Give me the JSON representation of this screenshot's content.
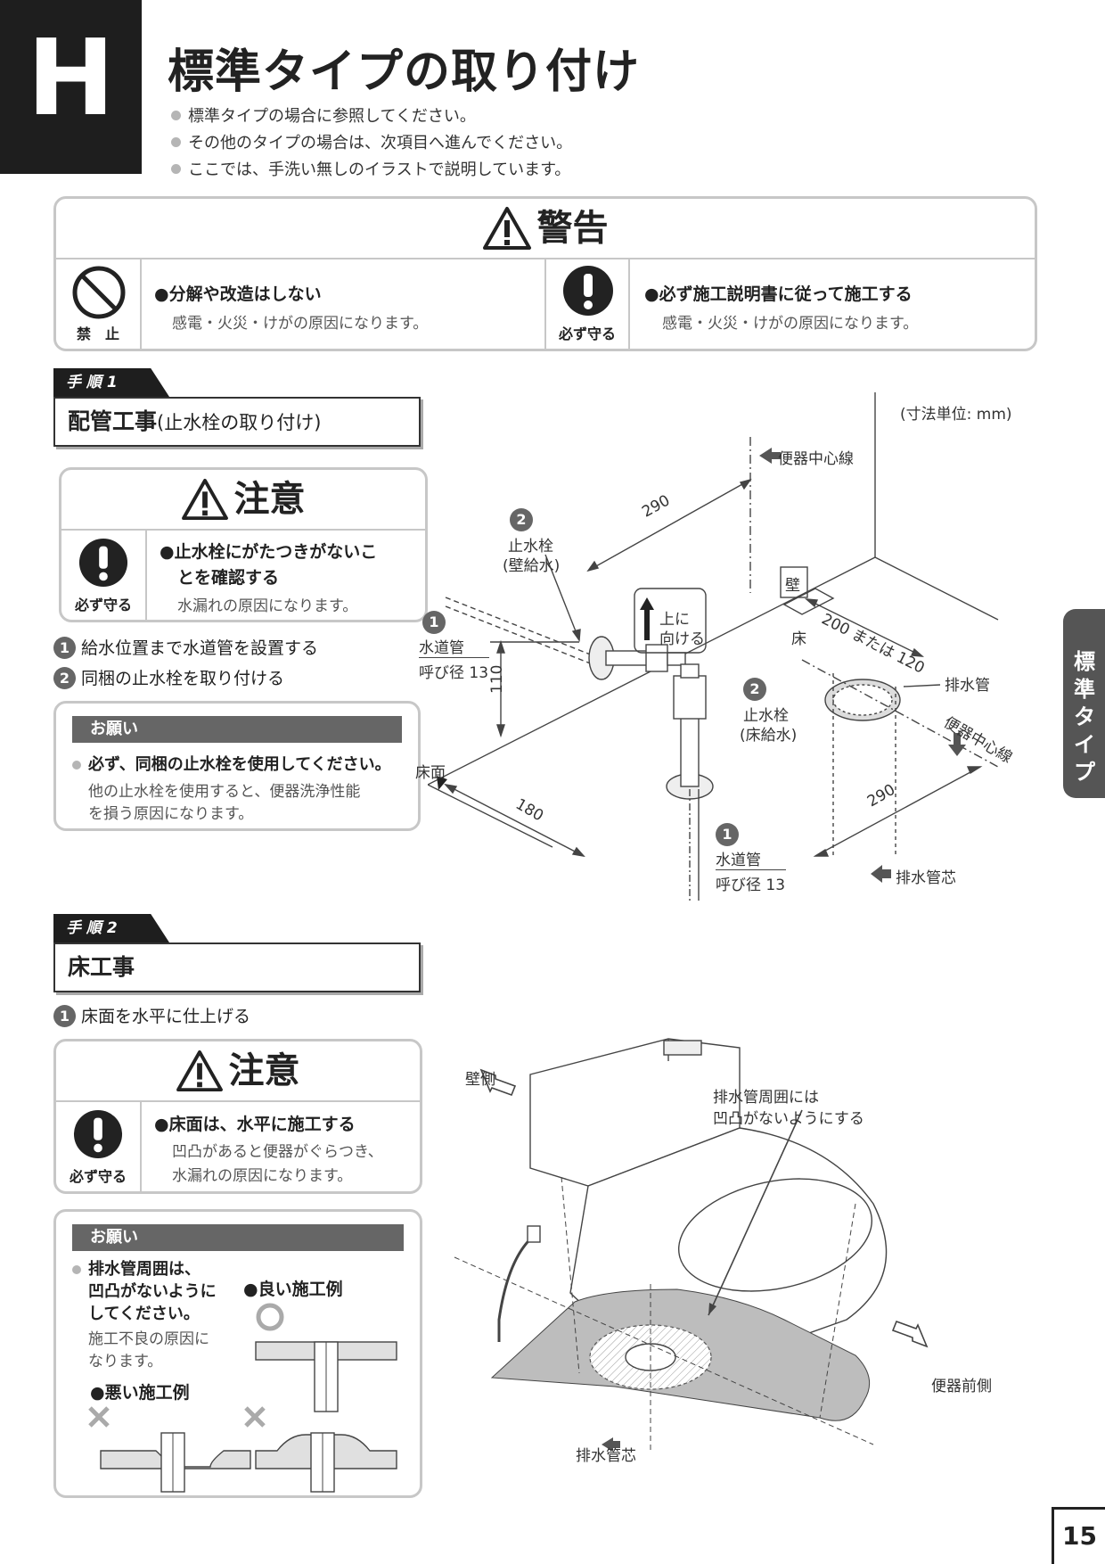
{
  "header": {
    "section_letter": "H",
    "title": "標準タイプの取り付け",
    "notes": [
      "標準タイプの場合に参照してください。",
      "その他のタイプの場合は、次項目へ進んでください。",
      "ここでは、手洗い無しのイラストで説明しています。"
    ]
  },
  "warning_box": {
    "title": "警告",
    "left": {
      "icon_label": "禁　止",
      "main": "●分解や改造はしない",
      "sub": "感電・火災・けがの原因になります。"
    },
    "right": {
      "icon_label": "必ず守る",
      "main": "●必ず施工説明書に従って施工する",
      "sub": "感電・火災・けがの原因になります。"
    }
  },
  "step1": {
    "tab": "手 順 1",
    "title_main": "配管工事",
    "title_sub": "(止水栓の取り付け)",
    "caution": {
      "title": "注意",
      "icon_label": "必ず守る",
      "main_line1": "●止水栓にがたつきがないこ",
      "main_line2": "とを確認する",
      "sub": "水漏れの原因になります。"
    },
    "items": [
      {
        "num": "1",
        "text": "給水位置まで水道管を設置する"
      },
      {
        "num": "2",
        "text": "同梱の止水栓を取り付ける"
      }
    ],
    "onegai": {
      "title": "お願い",
      "main": "必ず、同梱の止水栓を使用してください。",
      "sub_line1": "他の止水栓を使用すると、便器洗浄性能",
      "sub_line2": "を損う原因になります。"
    }
  },
  "diagram1": {
    "unit": "(寸法単位: mm)",
    "toilet_center_line": "便器中心線",
    "dim_290_top": "290",
    "valve_wall_num": "2",
    "valve_wall_1": "止水栓",
    "valve_wall_2": "(壁給水)",
    "wall": "壁",
    "dim_200_120": "200 または 120",
    "floor": "床",
    "up_1": "上に",
    "up_2": "向ける",
    "pipe_num": "1",
    "water_pipe": "水道管",
    "diameter": "呼び径 13",
    "drain_pipe": "排水管",
    "valve_floor_num": "2",
    "valve_floor_1": "止水栓",
    "valve_floor_2": "(床給水)",
    "dim_110": "110",
    "center_line_side": "便器中心線",
    "floor_surface": "床面",
    "dim_180": "180",
    "dim_290_bottom": "290",
    "pipe2_num": "1",
    "water_pipe2": "水道管",
    "diameter2": "呼び径 13",
    "drain_core": "排水管芯"
  },
  "step2": {
    "tab": "手 順 2",
    "title": "床工事",
    "item": {
      "num": "1",
      "text": "床面を水平に仕上げる"
    },
    "caution": {
      "title": "注意",
      "icon_label": "必ず守る",
      "main": "●床面は、水平に施工する",
      "sub_line1": "凹凸があると便器がぐらつき、",
      "sub_line2": "水漏れの原因になります。"
    },
    "onegai": {
      "title": "お願い",
      "main_line1": "排水管周囲は、",
      "main_line2": "凹凸がないように",
      "main_line3": "してください。",
      "sub_line1": "施工不良の原因に",
      "sub_line2": "なります。",
      "good_label": "●良い施工例",
      "bad_label": "●悪い施工例"
    }
  },
  "diagram2": {
    "wall_side": "壁側",
    "note_line1": "排水管周囲には",
    "note_line2": "凹凸がないようにする",
    "front_side": "便器前側",
    "drain_core": "排水管芯"
  },
  "side_tab": "標準タイプ",
  "page_number": "15"
}
